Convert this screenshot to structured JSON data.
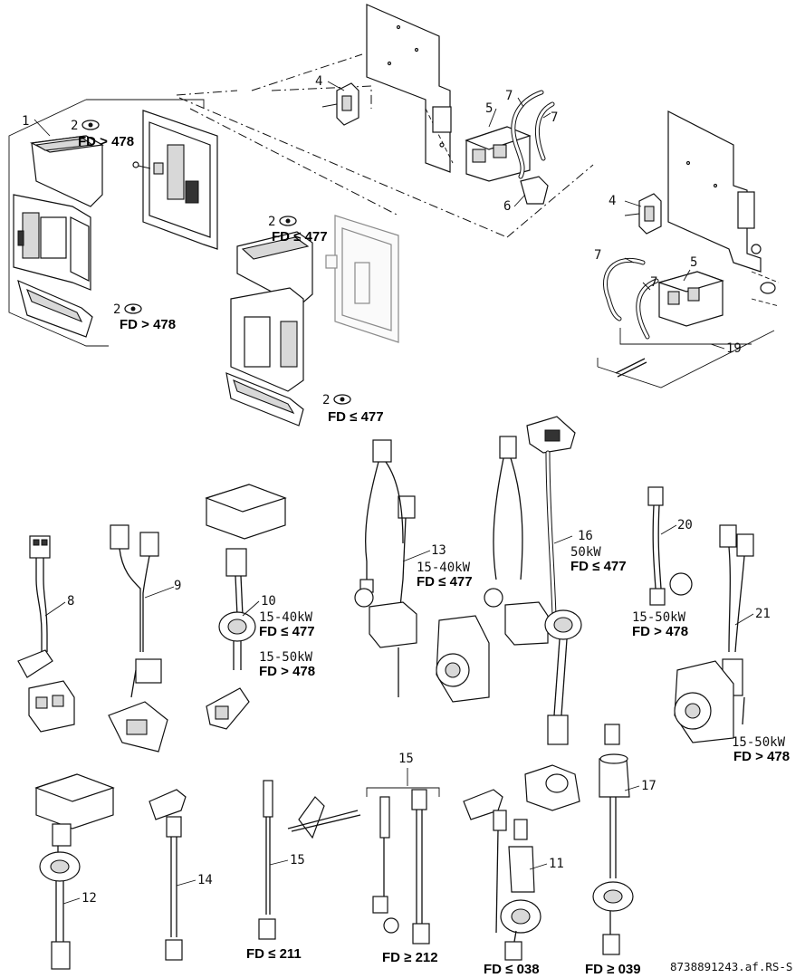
{
  "diagram": {
    "reference": "8738891243.af.RS-S",
    "callouts": [
      {
        "id": "c1",
        "label": "1"
      },
      {
        "id": "c2a",
        "label": "2"
      },
      {
        "id": "c2b",
        "label": "2"
      },
      {
        "id": "c2c",
        "label": "2"
      },
      {
        "id": "c2d",
        "label": "2"
      },
      {
        "id": "c4a",
        "label": "4"
      },
      {
        "id": "c4b",
        "label": "4"
      },
      {
        "id": "c5a",
        "label": "5"
      },
      {
        "id": "c5b",
        "label": "5"
      },
      {
        "id": "c6",
        "label": "6"
      },
      {
        "id": "c7a",
        "label": "7"
      },
      {
        "id": "c7b",
        "label": "7"
      },
      {
        "id": "c7c",
        "label": "7"
      },
      {
        "id": "c7d",
        "label": "7"
      },
      {
        "id": "c8",
        "label": "8"
      },
      {
        "id": "c9",
        "label": "9"
      },
      {
        "id": "c10",
        "label": "10"
      },
      {
        "id": "c11",
        "label": "11"
      },
      {
        "id": "c12",
        "label": "12"
      },
      {
        "id": "c13",
        "label": "13"
      },
      {
        "id": "c14",
        "label": "14"
      },
      {
        "id": "c15a",
        "label": "15"
      },
      {
        "id": "c15b",
        "label": "15"
      },
      {
        "id": "c16",
        "label": "16"
      },
      {
        "id": "c17",
        "label": "17"
      },
      {
        "id": "c19",
        "label": "19"
      },
      {
        "id": "c20",
        "label": "20"
      },
      {
        "id": "c21",
        "label": "21"
      }
    ],
    "conditions": {
      "fd_gt_478_a": "FD > 478",
      "fd_gt_478_b": "FD > 478",
      "fd_le_477_a": "FD ≤ 477",
      "fd_le_477_b": "FD ≤ 477",
      "power_10a": "15-40kW",
      "fd_10a": "FD ≤ 477",
      "power_10b": "15-50kW",
      "fd_10b": "FD > 478",
      "power_13": "15-40kW",
      "fd_13": "FD ≤ 477",
      "power_16": "50kW",
      "fd_16": "FD ≤ 477",
      "power_20": "15-50kW",
      "fd_20": "FD > 478",
      "power_21": "15-50kW",
      "fd_21": "FD > 478",
      "fd_le_211": "FD ≤ 211",
      "fd_ge_212": "FD ≥ 212",
      "fd_le_038": "FD ≤ 038",
      "fd_ge_039": "FD ≥ 039"
    }
  }
}
